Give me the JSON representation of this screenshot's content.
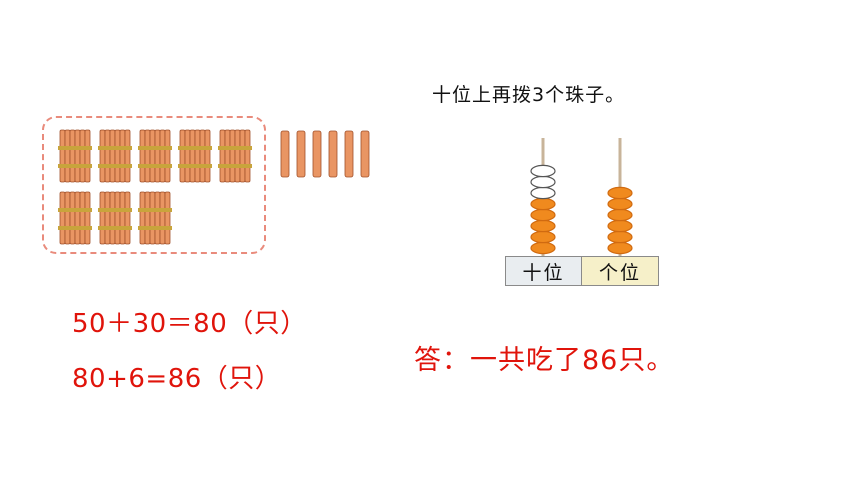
{
  "instruction": "十位上再拨3个珠子。",
  "equations": [
    "50＋30＝80（只）",
    "80+6=86（只）"
  ],
  "answer": "答：一共吃了86只。",
  "abacus": {
    "labels": [
      "十位",
      "个位"
    ],
    "tens_beads": 8,
    "ones_beads": 6,
    "new_beads_outline": 3
  },
  "colors": {
    "red_text": "#e0140b",
    "bead": "#f08a1e",
    "stick": "#e99563",
    "dash": "#e98b7c"
  },
  "sticks": {
    "bundles": 8,
    "singles": 6
  }
}
